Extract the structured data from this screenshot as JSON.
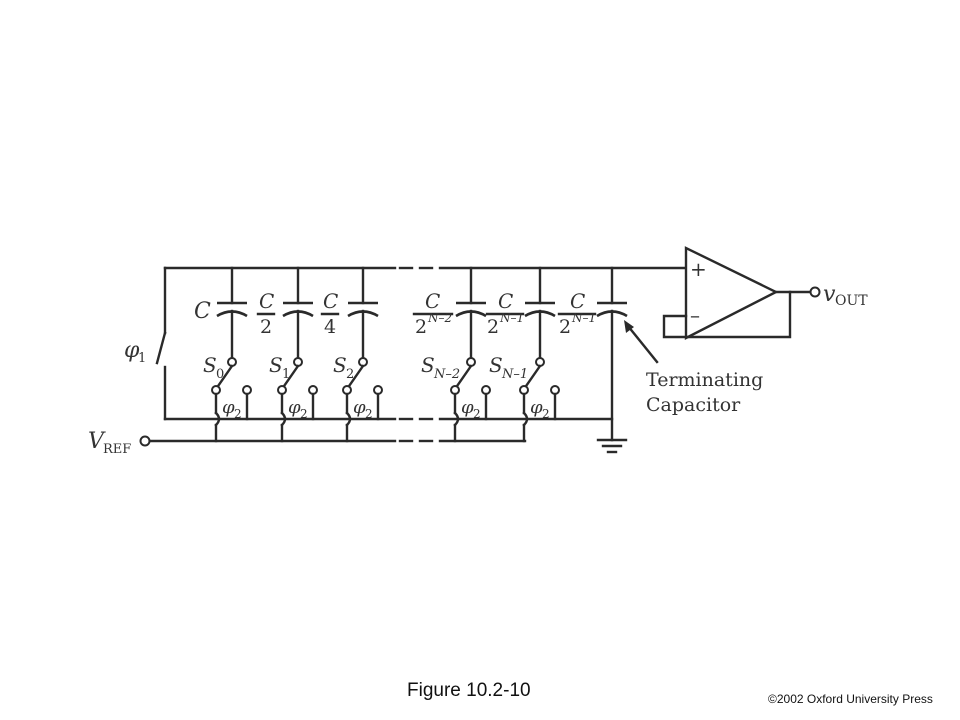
{
  "diagram": {
    "labels": {
      "c0_num": "C",
      "c1_num": "C",
      "c1_den": "2",
      "c2_num": "C",
      "c2_den": "4",
      "cn2_num": "C",
      "cn2_den_base": "2",
      "cn2_den_exp": "N–2",
      "cn1_num": "C",
      "cn1_den_base": "2",
      "cn1_den_exp": "N–1",
      "term_num": "C",
      "term_den_base": "2",
      "term_den_exp": "N–1",
      "s0_main": "S",
      "s0_sub": "0",
      "s1_main": "S",
      "s1_sub": "1",
      "s2_main": "S",
      "s2_sub": "2",
      "sn2_main": "S",
      "sn2_sub": "N–2",
      "sn1_main": "S",
      "sn1_sub": "N–1",
      "phi1_main": "φ",
      "phi1_sub": "1",
      "phi2_main": "φ",
      "phi2_sub": "2",
      "vref_main": "V",
      "vref_sub": "REF",
      "vout_main": "v",
      "vout_sub": "OUT",
      "opamp_plus": "+",
      "opamp_minus": "–",
      "terminating_line1": "Terminating",
      "terminating_line2": "Capacitor"
    }
  },
  "caption": {
    "figure": "Figure 10.2-10",
    "copyright": "©2002 Oxford University Press"
  }
}
